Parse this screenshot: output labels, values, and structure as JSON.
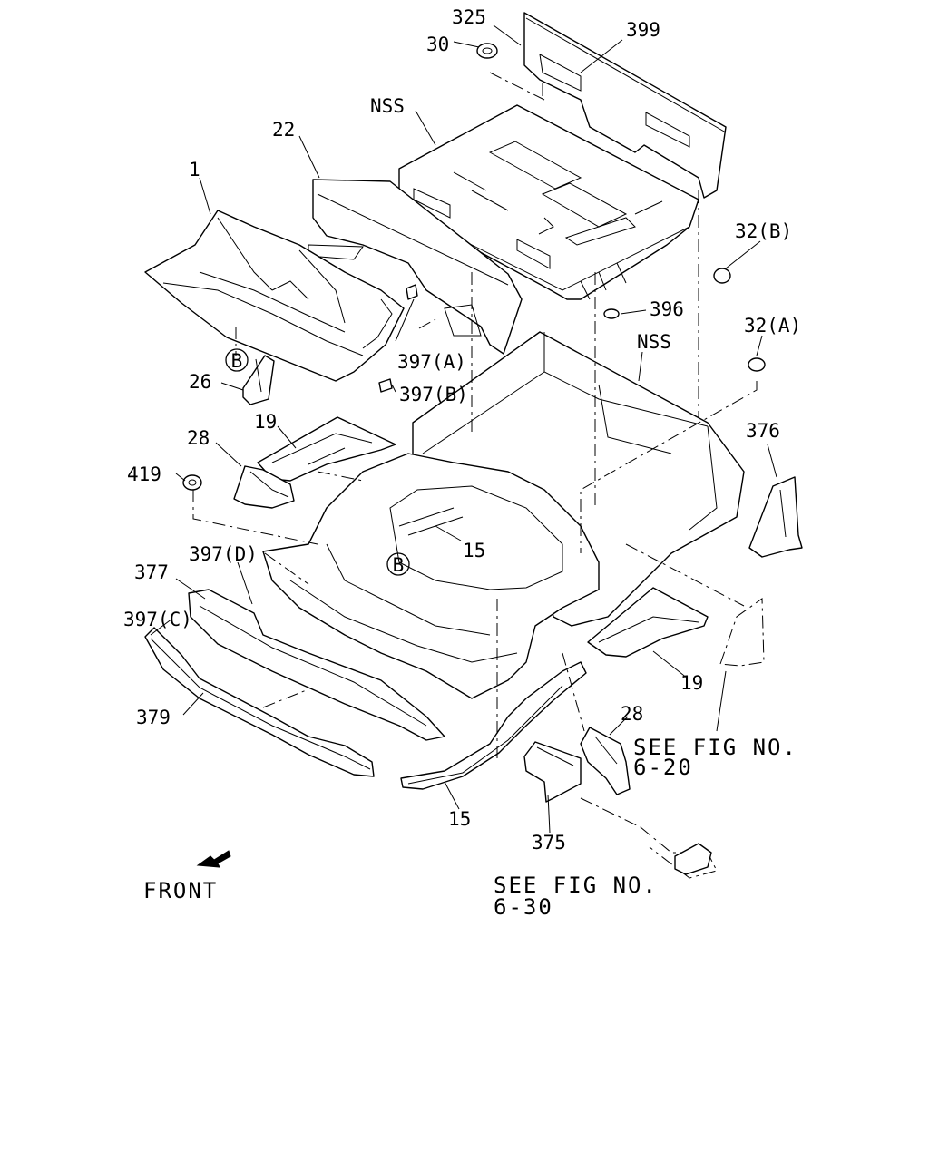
{
  "labels": {
    "l325": "325",
    "l399": "399",
    "l30": "30",
    "nss_top": "NSS",
    "l22": "22",
    "l1": "1",
    "l32b": "32(B)",
    "l396": "396",
    "l32a": "32(A)",
    "nss_mid": "NSS",
    "l397a": "397(A)",
    "l397b": "397(B)",
    "l26": "26",
    "l19_left": "19",
    "l28_left": "28",
    "l376": "376",
    "l419": "419",
    "l15_mid": "15",
    "l397d": "397(D)",
    "l377": "377",
    "l397c": "397(C)",
    "l19_right": "19",
    "l379": "379",
    "l28_right": "28",
    "l15_low": "15",
    "l375": "375",
    "callout_b": "B"
  },
  "references": {
    "fig_620_line1": "SEE FIG NO.",
    "fig_620_line2": "6-20",
    "fig_630_line1": "SEE FIG NO.",
    "fig_630_line2": "6-30"
  },
  "front_label": "FRONT",
  "icons": {
    "front_arrow": "front-arrow-icon",
    "callout": "callout-b-circle-icon"
  }
}
